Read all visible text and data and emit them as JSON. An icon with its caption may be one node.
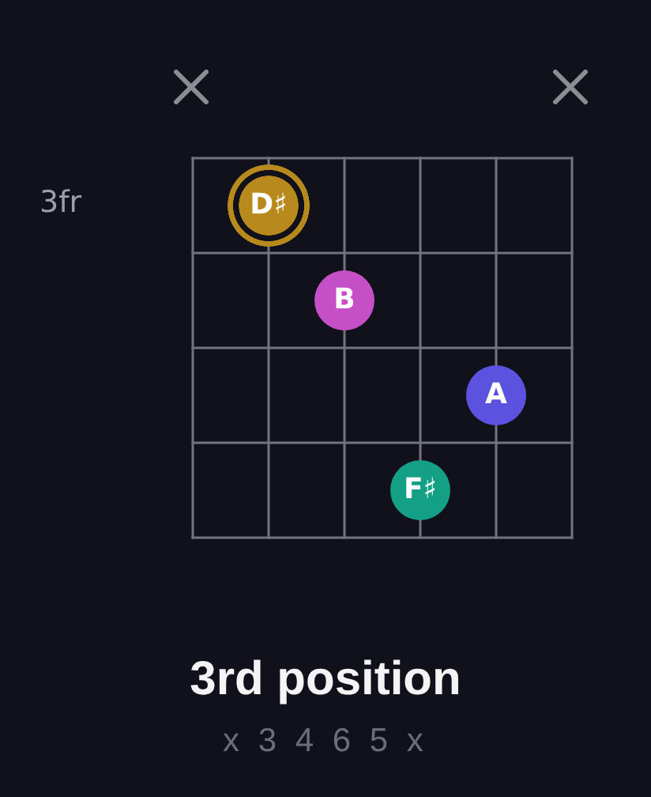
{
  "diagram": {
    "title": "3rd position",
    "caption": "x 3 4 6 5 x",
    "nodes": [
      {
        "text": [
          "D♯"
        ]
      },
      {
        "text": [
          "B"
        ]
      },
      {
        "text": [
          "A"
        ]
      },
      {
        "text": [
          "F♯"
        ]
      }
    ],
    "labels": [
      "3fr"
    ]
  }
}
